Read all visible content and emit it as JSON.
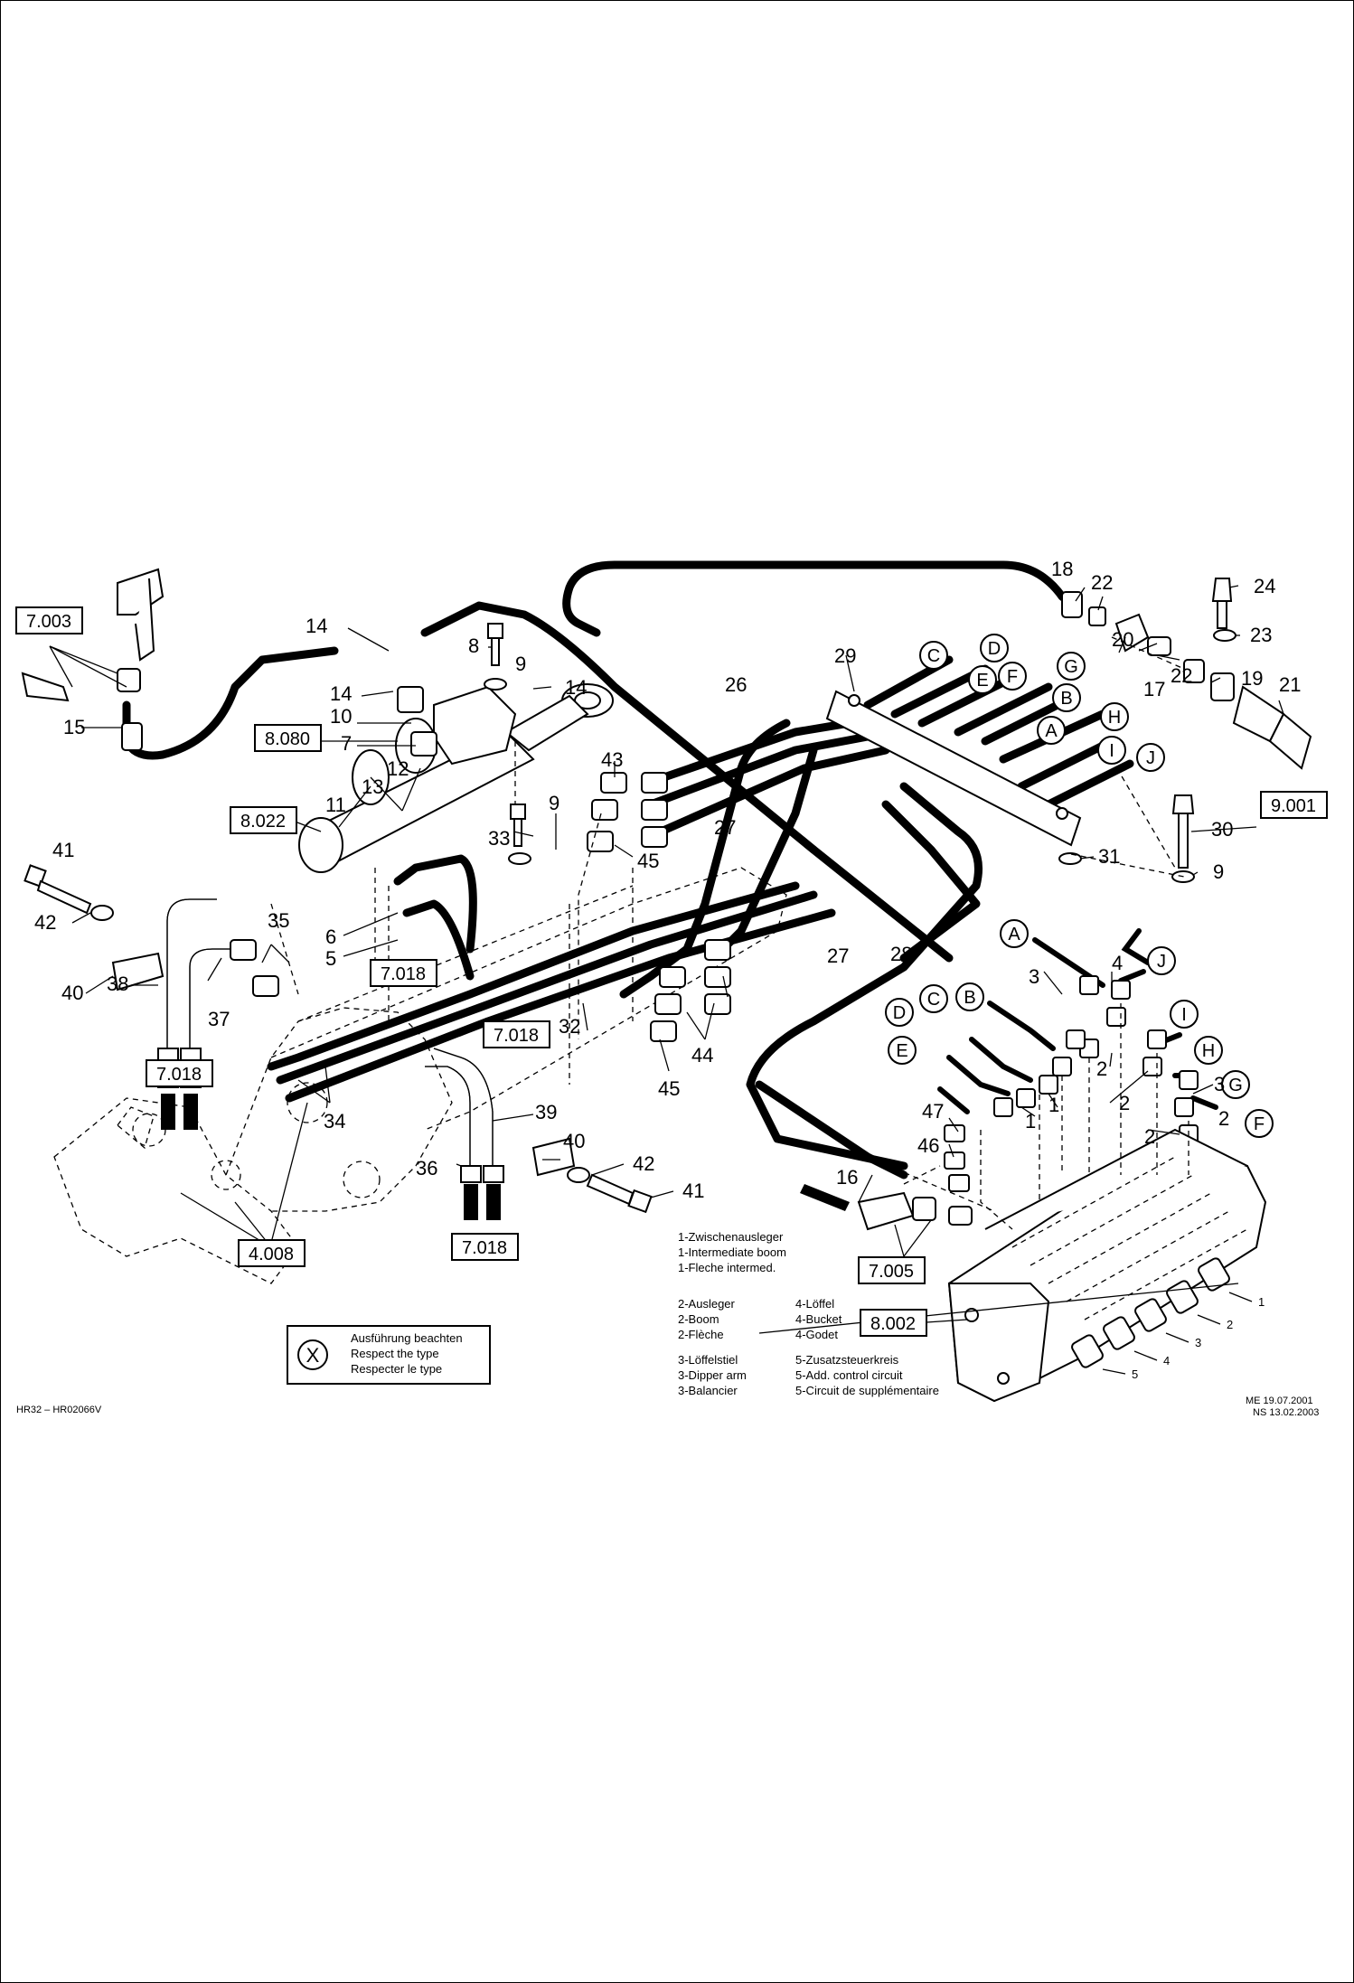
{
  "callouts": {
    "n1": "1",
    "n2": "2",
    "n3": "3",
    "n4": "4",
    "n5": "5",
    "n6": "6",
    "n7": "7",
    "n8": "8",
    "n9": "9",
    "n10": "10",
    "n11": "11",
    "n12": "12",
    "n13": "13",
    "n14": "14",
    "n15": "15",
    "n16": "16",
    "n17": "17",
    "n18": "18",
    "n19": "19",
    "n20": "20",
    "n21": "21",
    "n22": "22",
    "n23": "23",
    "n24": "24",
    "n26": "26",
    "n27": "27",
    "n28": "28",
    "n29": "29",
    "n30": "30",
    "n31": "31",
    "n32": "32",
    "n33": "33",
    "n34": "34",
    "n35": "35",
    "n36": "36",
    "n37": "37",
    "n38": "38",
    "n39": "39",
    "n40": "40",
    "n41": "41",
    "n42": "42",
    "n43": "43",
    "n44": "44",
    "n45": "45",
    "n46": "46",
    "n47": "47"
  },
  "letters": {
    "A": "A",
    "B": "B",
    "C": "C",
    "D": "D",
    "E": "E",
    "F": "F",
    "G": "G",
    "H": "H",
    "I": "I",
    "J": "J"
  },
  "refs": {
    "r7003": "7.003",
    "r8080": "8.080",
    "r8022": "8.022",
    "r7018": "7.018",
    "r4008": "4.008",
    "r9001": "9.001",
    "r7005": "7.005",
    "r8002": "8.002"
  },
  "legend": {
    "item1": [
      "1-Zwischenausleger",
      "1-Intermediate boom",
      "1-Fleche intermed."
    ],
    "item2": [
      "2-Ausleger",
      "2-Boom",
      "2-Flèche"
    ],
    "item3": [
      "3-Löffelstiel",
      "3-Dipper arm",
      "3-Balancier"
    ],
    "item4": [
      "4-Löffel",
      "4-Bucket",
      "4-Godet"
    ],
    "item5": [
      "5-Zusatzsteuerkreis",
      "5-Add. control circuit",
      "5-Circuit de supplémentaire"
    ]
  },
  "note": {
    "symbol": "X",
    "lines": [
      "Ausführung beachten",
      "Respect the type",
      "Respecter le type"
    ]
  },
  "footer": {
    "left": "HR32 – HR02066V",
    "right_line1": "ME 19.07.2001",
    "right_line2": "NS 13.02.2003"
  },
  "valve_sections": [
    "1",
    "2",
    "3",
    "4",
    "5"
  ]
}
